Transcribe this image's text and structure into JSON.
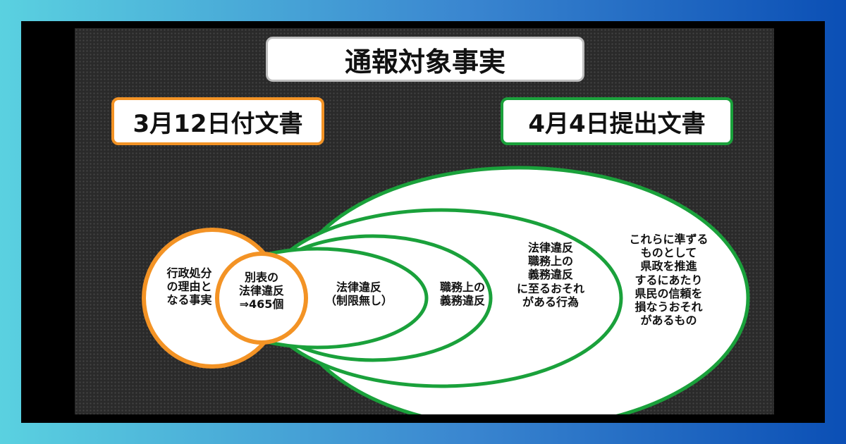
{
  "title": "通報対象事実",
  "left_label": "3月12日付文書",
  "right_label": "4月4日提出文書",
  "colors": {
    "orange": "#f39325",
    "green": "#1aa13b",
    "panel": "#2a2a2a"
  },
  "circles": {
    "outer": "行政処分\nの理由と\nなる事実",
    "inner": "別表の\n法律違反\n⇒465個"
  },
  "ellipses": [
    {
      "text": "法律違反\n（制限無し）"
    },
    {
      "text": "職務上の\n義務違反"
    },
    {
      "text": "法律違反\n職務上の\n義務違反\nに至るおそれ\nがある行為"
    },
    {
      "text": "これらに準ずる\nものとして\n県政を推進\nするにあたり\n県民の信頼を\n損なうおそれ\nがあるもの"
    }
  ]
}
